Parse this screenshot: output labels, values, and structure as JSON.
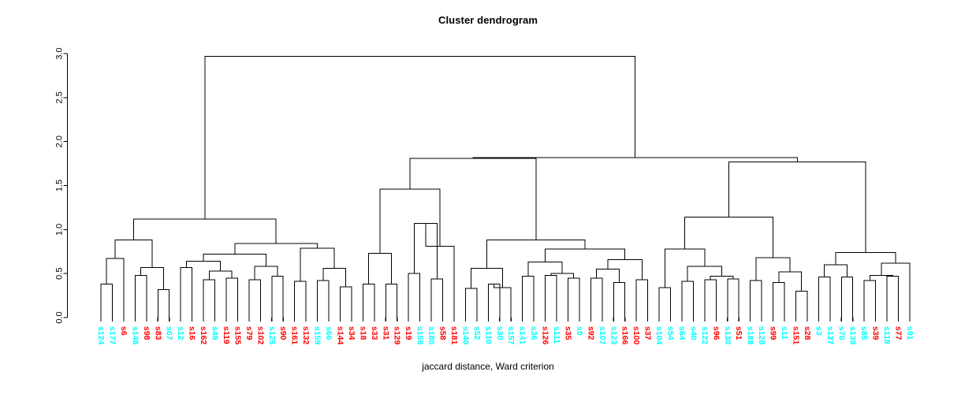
{
  "chart_data": {
    "type": "dendrogram",
    "title": "Cluster dendrogram",
    "xlabel": "jaccard distance, Ward criterion",
    "ylabel": "",
    "ylim": [
      0,
      3.0
    ],
    "yticks": [
      "0.0",
      "0.5",
      "1.0",
      "1.5",
      "2.0",
      "2.5",
      "3.0"
    ],
    "ytick_values": [
      0.0,
      0.5,
      1.0,
      1.5,
      2.0,
      2.5,
      3.0
    ],
    "grid": false,
    "legend": "none",
    "n_leaves": 69,
    "leaf_colors": {
      "cyan": "#00FFFF",
      "red": "#FF0000"
    },
    "line_color": "#000000",
    "background": "#FFFFFF",
    "leaves": [
      {
        "label": "s124",
        "color": "cyan"
      },
      {
        "label": "s177",
        "color": "cyan"
      },
      {
        "label": "s6",
        "color": "red"
      },
      {
        "label": "s148",
        "color": "cyan"
      },
      {
        "label": "s98",
        "color": "red"
      },
      {
        "label": "s83",
        "color": "red"
      },
      {
        "label": "s67",
        "color": "cyan"
      },
      {
        "label": "s12",
        "color": "cyan"
      },
      {
        "label": "s16",
        "color": "red"
      },
      {
        "label": "s162",
        "color": "red"
      },
      {
        "label": "s49",
        "color": "cyan"
      },
      {
        "label": "s119",
        "color": "red"
      },
      {
        "label": "s155",
        "color": "red"
      },
      {
        "label": "s79",
        "color": "red"
      },
      {
        "label": "s102",
        "color": "red"
      },
      {
        "label": "s125",
        "color": "cyan"
      },
      {
        "label": "s90",
        "color": "red"
      },
      {
        "label": "s161",
        "color": "red"
      },
      {
        "label": "s132",
        "color": "red"
      },
      {
        "label": "s159",
        "color": "cyan"
      },
      {
        "label": "s66",
        "color": "cyan"
      },
      {
        "label": "s144",
        "color": "red"
      },
      {
        "label": "s34",
        "color": "red"
      },
      {
        "label": "s18",
        "color": "red"
      },
      {
        "label": "s33",
        "color": "red"
      },
      {
        "label": "s31",
        "color": "red"
      },
      {
        "label": "s129",
        "color": "red"
      },
      {
        "label": "s19",
        "color": "red"
      },
      {
        "label": "s158",
        "color": "cyan"
      },
      {
        "label": "s180",
        "color": "cyan"
      },
      {
        "label": "s58",
        "color": "red"
      },
      {
        "label": "s181",
        "color": "red"
      },
      {
        "label": "s140",
        "color": "cyan"
      },
      {
        "label": "s52",
        "color": "cyan"
      },
      {
        "label": "s110",
        "color": "cyan"
      },
      {
        "label": "s30",
        "color": "cyan"
      },
      {
        "label": "s157",
        "color": "cyan"
      },
      {
        "label": "s141",
        "color": "cyan"
      },
      {
        "label": "s36",
        "color": "cyan"
      },
      {
        "label": "s126",
        "color": "red"
      },
      {
        "label": "s111",
        "color": "cyan"
      },
      {
        "label": "s35",
        "color": "red"
      },
      {
        "label": "s9",
        "color": "cyan"
      },
      {
        "label": "s92",
        "color": "red"
      },
      {
        "label": "s107",
        "color": "cyan"
      },
      {
        "label": "s123",
        "color": "cyan"
      },
      {
        "label": "s166",
        "color": "red"
      },
      {
        "label": "s100",
        "color": "red"
      },
      {
        "label": "s37",
        "color": "red"
      },
      {
        "label": "s104",
        "color": "cyan"
      },
      {
        "label": "s54",
        "color": "cyan"
      },
      {
        "label": "s64",
        "color": "cyan"
      },
      {
        "label": "s40",
        "color": "cyan"
      },
      {
        "label": "s122",
        "color": "cyan"
      },
      {
        "label": "s96",
        "color": "red"
      },
      {
        "label": "s130",
        "color": "cyan"
      },
      {
        "label": "s51",
        "color": "red"
      },
      {
        "label": "s188",
        "color": "cyan"
      },
      {
        "label": "s128",
        "color": "cyan"
      },
      {
        "label": "s99",
        "color": "red"
      },
      {
        "label": "s11",
        "color": "cyan"
      },
      {
        "label": "s151",
        "color": "red"
      },
      {
        "label": "s28",
        "color": "red"
      },
      {
        "label": "s3",
        "color": "cyan"
      },
      {
        "label": "s137",
        "color": "cyan"
      },
      {
        "label": "s70",
        "color": "cyan"
      },
      {
        "label": "s139",
        "color": "cyan"
      },
      {
        "label": "s85",
        "color": "cyan"
      },
      {
        "label": "s39",
        "color": "red"
      },
      {
        "label": "s118",
        "color": "cyan"
      },
      {
        "label": "s77",
        "color": "red"
      },
      {
        "label": "s91",
        "color": "cyan"
      }
    ],
    "merges": [
      {
        "id": "m1",
        "left": {
          "leaf": 0
        },
        "right": {
          "leaf": 1
        },
        "height": 0.38
      },
      {
        "id": "m2",
        "left": {
          "node": "m1"
        },
        "right": {
          "leaf": 2
        },
        "height": 0.67
      },
      {
        "id": "m3",
        "left": {
          "leaf": 3
        },
        "right": {
          "leaf": 4
        },
        "height": 0.48
      },
      {
        "id": "m4",
        "left": {
          "leaf": 5
        },
        "right": {
          "leaf": 6
        },
        "height": 0.32
      },
      {
        "id": "m5",
        "left": {
          "node": "m3"
        },
        "right": {
          "node": "m4"
        },
        "height": 0.57
      },
      {
        "id": "m6",
        "left": {
          "node": "m2"
        },
        "right": {
          "node": "m5"
        },
        "height": 0.88
      },
      {
        "id": "m7",
        "left": {
          "leaf": 7
        },
        "right": {
          "leaf": 8
        },
        "height": 0.57
      },
      {
        "id": "m8",
        "left": {
          "leaf": 9
        },
        "right": {
          "leaf": 10
        },
        "height": 0.43
      },
      {
        "id": "m9",
        "left": {
          "leaf": 11
        },
        "right": {
          "leaf": 12
        },
        "height": 0.45
      },
      {
        "id": "m10",
        "left": {
          "node": "m8"
        },
        "right": {
          "node": "m9"
        },
        "height": 0.53
      },
      {
        "id": "m11",
        "left": {
          "node": "m7"
        },
        "right": {
          "node": "m10"
        },
        "height": 0.64
      },
      {
        "id": "m12",
        "left": {
          "leaf": 13
        },
        "right": {
          "leaf": 14
        },
        "height": 0.43
      },
      {
        "id": "m13",
        "left": {
          "leaf": 15
        },
        "right": {
          "leaf": 16
        },
        "height": 0.47
      },
      {
        "id": "m14",
        "left": {
          "node": "m12"
        },
        "right": {
          "node": "m13"
        },
        "height": 0.58
      },
      {
        "id": "m15",
        "left": {
          "node": "m11"
        },
        "right": {
          "node": "m14"
        },
        "height": 0.72
      },
      {
        "id": "m16",
        "left": {
          "leaf": 17
        },
        "right": {
          "leaf": 18
        },
        "height": 0.41
      },
      {
        "id": "m17",
        "left": {
          "leaf": 19
        },
        "right": {
          "leaf": 20
        },
        "height": 0.42
      },
      {
        "id": "m18",
        "left": {
          "leaf": 21
        },
        "right": {
          "leaf": 22
        },
        "height": 0.35
      },
      {
        "id": "m19",
        "left": {
          "node": "m17"
        },
        "right": {
          "node": "m18"
        },
        "height": 0.56
      },
      {
        "id": "m20",
        "left": {
          "node": "m16"
        },
        "right": {
          "node": "m19"
        },
        "height": 0.79
      },
      {
        "id": "m21",
        "left": {
          "node": "m15"
        },
        "right": {
          "node": "m20"
        },
        "height": 0.84
      },
      {
        "id": "m22",
        "left": {
          "node": "m6"
        },
        "right": {
          "node": "m21"
        },
        "height": 1.12
      },
      {
        "id": "m23",
        "left": {
          "leaf": 23
        },
        "right": {
          "leaf": 24
        },
        "height": 0.38
      },
      {
        "id": "m24",
        "left": {
          "leaf": 25
        },
        "right": {
          "leaf": 26
        },
        "height": 0.38
      },
      {
        "id": "m25",
        "left": {
          "node": "m23"
        },
        "right": {
          "node": "m24"
        },
        "height": 0.73
      },
      {
        "id": "m26",
        "left": {
          "leaf": 27
        },
        "right": {
          "leaf": 28
        },
        "height": 0.5
      },
      {
        "id": "m27",
        "left": {
          "leaf": 29
        },
        "right": {
          "leaf": 30
        },
        "height": 0.44
      },
      {
        "id": "m28",
        "left": {
          "node": "m26"
        },
        "right": {
          "node": "m27"
        },
        "height": 1.07
      },
      {
        "id": "m29",
        "left": {
          "node": "m28"
        },
        "right": {
          "leaf": 31
        },
        "height": 0.81
      },
      {
        "id": "m30",
        "left": {
          "node": "m25"
        },
        "right": {
          "node": "m29"
        },
        "height": 1.46
      },
      {
        "id": "m31",
        "left": {
          "leaf": 32
        },
        "right": {
          "leaf": 33
        },
        "height": 0.33
      },
      {
        "id": "m32",
        "left": {
          "leaf": 34
        },
        "right": {
          "leaf": 35
        },
        "height": 0.38
      },
      {
        "id": "m33",
        "left": {
          "node": "m32"
        },
        "right": {
          "leaf": 36
        },
        "height": 0.34
      },
      {
        "id": "m34",
        "left": {
          "node": "m31"
        },
        "right": {
          "node": "m33"
        },
        "height": 0.56
      },
      {
        "id": "m35",
        "left": {
          "leaf": 37
        },
        "right": {
          "leaf": 38
        },
        "height": 0.47
      },
      {
        "id": "m36",
        "left": {
          "leaf": 39
        },
        "right": {
          "leaf": 40
        },
        "height": 0.48
      },
      {
        "id": "m37",
        "left": {
          "leaf": 41
        },
        "right": {
          "leaf": 42
        },
        "height": 0.45
      },
      {
        "id": "m38",
        "left": {
          "node": "m36"
        },
        "right": {
          "node": "m37"
        },
        "height": 0.5
      },
      {
        "id": "m39",
        "left": {
          "node": "m35"
        },
        "right": {
          "node": "m38"
        },
        "height": 0.63
      },
      {
        "id": "m40",
        "left": {
          "leaf": 43
        },
        "right": {
          "leaf": 44
        },
        "height": 0.45
      },
      {
        "id": "m41",
        "left": {
          "leaf": 45
        },
        "right": {
          "leaf": 46
        },
        "height": 0.4
      },
      {
        "id": "m42",
        "left": {
          "node": "m40"
        },
        "right": {
          "node": "m41"
        },
        "height": 0.55
      },
      {
        "id": "m43",
        "left": {
          "leaf": 47
        },
        "right": {
          "leaf": 48
        },
        "height": 0.43
      },
      {
        "id": "m44",
        "left": {
          "node": "m42"
        },
        "right": {
          "node": "m43"
        },
        "height": 0.66
      },
      {
        "id": "m45",
        "left": {
          "node": "m39"
        },
        "right": {
          "node": "m44"
        },
        "height": 0.78
      },
      {
        "id": "m46",
        "left": {
          "node": "m34"
        },
        "right": {
          "node": "m45"
        },
        "height": 0.88
      },
      {
        "id": "m47",
        "left": {
          "node": "m30"
        },
        "right": {
          "node": "m46"
        },
        "height": 1.81
      },
      {
        "id": "m48",
        "left": {
          "leaf": 49
        },
        "right": {
          "leaf": 50
        },
        "height": 0.34
      },
      {
        "id": "m49",
        "left": {
          "leaf": 51
        },
        "right": {
          "leaf": 52
        },
        "height": 0.41
      },
      {
        "id": "m50",
        "left": {
          "leaf": 53
        },
        "right": {
          "leaf": 54
        },
        "height": 0.43
      },
      {
        "id": "m51",
        "left": {
          "leaf": 55
        },
        "right": {
          "leaf": 56
        },
        "height": 0.44
      },
      {
        "id": "m52",
        "left": {
          "node": "m50"
        },
        "right": {
          "node": "m51"
        },
        "height": 0.47
      },
      {
        "id": "m53",
        "left": {
          "node": "m49"
        },
        "right": {
          "node": "m52"
        },
        "height": 0.58
      },
      {
        "id": "m54",
        "left": {
          "node": "m48"
        },
        "right": {
          "node": "m53"
        },
        "height": 0.78
      },
      {
        "id": "m55",
        "left": {
          "leaf": 57
        },
        "right": {
          "leaf": 58
        },
        "height": 0.42
      },
      {
        "id": "m56",
        "left": {
          "leaf": 59
        },
        "right": {
          "leaf": 60
        },
        "height": 0.4
      },
      {
        "id": "m57",
        "left": {
          "leaf": 61
        },
        "right": {
          "leaf": 62
        },
        "height": 0.3
      },
      {
        "id": "m58",
        "left": {
          "node": "m56"
        },
        "right": {
          "node": "m57"
        },
        "height": 0.52
      },
      {
        "id": "m59",
        "left": {
          "node": "m55"
        },
        "right": {
          "node": "m58"
        },
        "height": 0.68
      },
      {
        "id": "m60",
        "left": {
          "node": "m54"
        },
        "right": {
          "node": "m59"
        },
        "height": 1.14
      },
      {
        "id": "m61",
        "left": {
          "leaf": 63
        },
        "right": {
          "leaf": 64
        },
        "height": 0.46
      },
      {
        "id": "m62",
        "left": {
          "leaf": 65
        },
        "right": {
          "leaf": 66
        },
        "height": 0.46
      },
      {
        "id": "m63",
        "left": {
          "node": "m61"
        },
        "right": {
          "node": "m62"
        },
        "height": 0.6
      },
      {
        "id": "m64",
        "left": {
          "leaf": 67
        },
        "right": {
          "leaf": 68
        },
        "height": 0.42
      },
      {
        "id": "m65",
        "left": {
          "leaf": 69
        },
        "right": {
          "leaf": 70
        },
        "height": 0.47
      },
      {
        "id": "m66",
        "left": {
          "node": "m64"
        },
        "right": {
          "node": "m65"
        },
        "height": 0.48
      },
      {
        "id": "m67",
        "left": {
          "node": "m66"
        },
        "right": {
          "leaf": 71
        },
        "height": 0.62
      },
      {
        "id": "m68",
        "left": {
          "node": "m63"
        },
        "right": {
          "node": "m67"
        },
        "height": 0.74
      },
      {
        "id": "m69",
        "left": {
          "node": "m60"
        },
        "right": {
          "node": "m68"
        },
        "height": 1.77
      },
      {
        "id": "m70",
        "left": {
          "node": "m47"
        },
        "right": {
          "node": "m69"
        },
        "height": 1.82
      },
      {
        "id": "m71",
        "left": {
          "node": "m22"
        },
        "right": {
          "node": "m70"
        },
        "height": 2.97
      }
    ]
  }
}
